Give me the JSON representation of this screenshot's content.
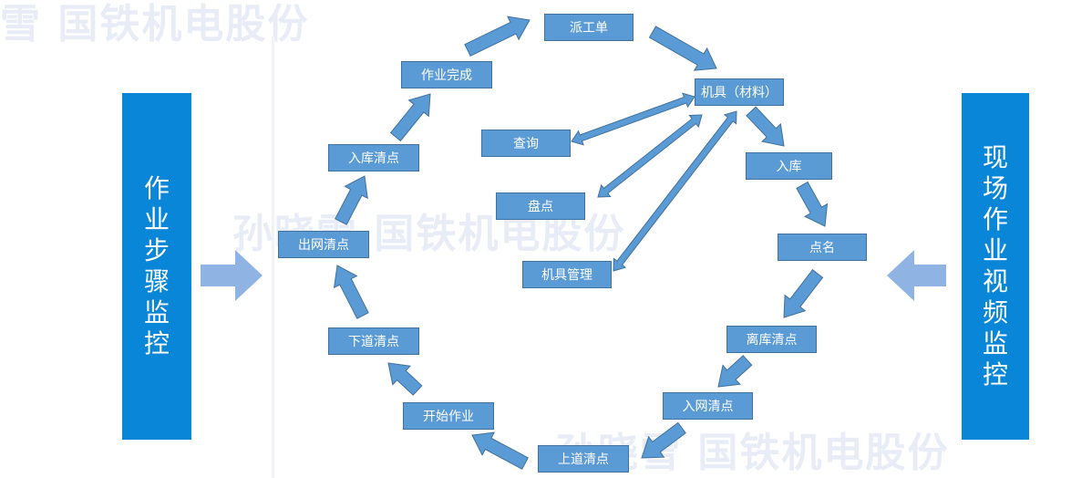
{
  "watermark": {
    "top": "雪 国铁机电股份",
    "middle": "孙晓雪 国铁机电股份",
    "bottom": "孙晓雪 国铁机电股份"
  },
  "left_banner": {
    "chars": [
      "作",
      "业",
      "步",
      "骤",
      "监",
      "控"
    ],
    "color": "#0a86d8"
  },
  "right_banner": {
    "chars": [
      "现",
      "场",
      "作",
      "业",
      "视",
      "频",
      "监",
      "控"
    ],
    "color": "#0a86d8"
  },
  "colors": {
    "box_fill": "#5b9bd5",
    "box_border": "#41719c",
    "side_arrow": "#8fb4e3"
  },
  "nodes": {
    "dispatch": "派工单",
    "tools": "机具（材料）",
    "storage_in": "入库",
    "roll_call": "点名",
    "leave_storage_check": "离库清点",
    "enter_network_check": "入网清点",
    "on_track_check": "上道清点",
    "start_work": "开始作业",
    "off_track_check": "下道清点",
    "exit_network_check": "出网清点",
    "storage_in_check": "入库清点",
    "work_complete": "作业完成",
    "query": "查询",
    "inventory": "盘点",
    "tool_management": "机具管理"
  }
}
